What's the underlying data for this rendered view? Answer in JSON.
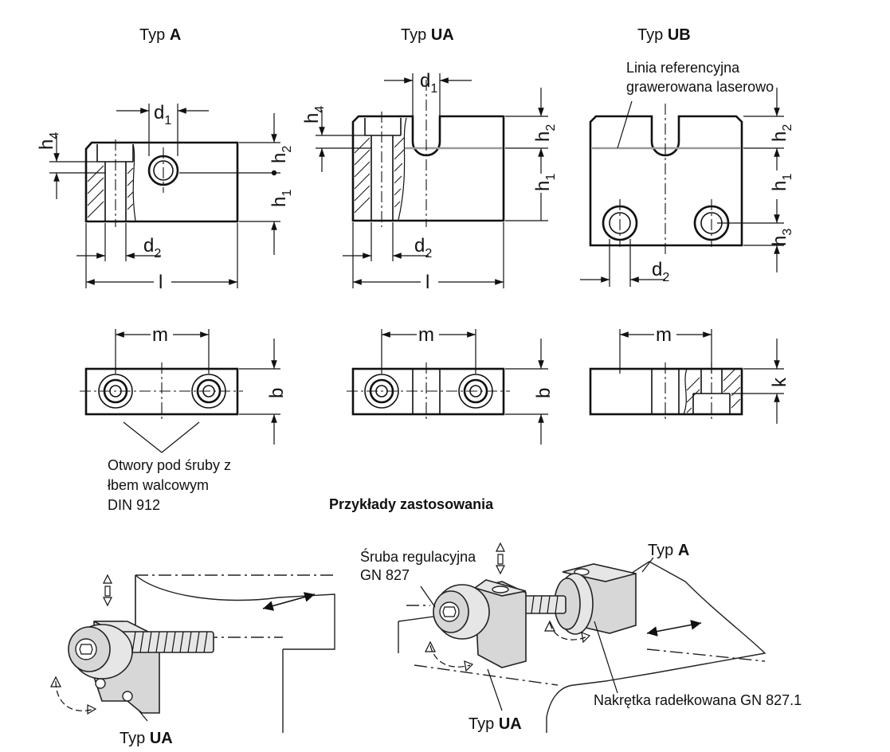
{
  "labels": {
    "typA_prefix": "Typ",
    "typA_bold": "A",
    "typUA_prefix": "Typ",
    "typUA_bold": "UA",
    "typUB_prefix": "Typ",
    "typUB_bold": "UB",
    "ref_line_1": "Linia referencyjna",
    "ref_line_2": "grawerowana laserowo",
    "holes_1": "Otwory pod śruby z",
    "holes_2": "łbem walcowym",
    "holes_3": "DIN 912",
    "examples_title": "Przykłady zastosowania",
    "screw_1": "Śruba regulacyjna",
    "screw_2": "GN 827",
    "ex_typ_A_prefix": "Typ",
    "ex_typ_A_bold": "A",
    "nut": "Nakrętka radełkowana GN 827.1",
    "ex_ua_left_prefix": "Typ",
    "ex_ua_left_bold": "UA",
    "ex_ua_mid_prefix": "Typ",
    "ex_ua_mid_bold": "UA"
  },
  "dims": {
    "d": "d",
    "h": "h",
    "sub1": "1",
    "sub2": "2",
    "sub3": "3",
    "sub4": "4",
    "l": "l",
    "m": "m",
    "b": "b",
    "k": "k"
  },
  "colors": {
    "line": "#111111",
    "reference_line": "#9a9a9a",
    "steel": "#d7d7d7"
  }
}
